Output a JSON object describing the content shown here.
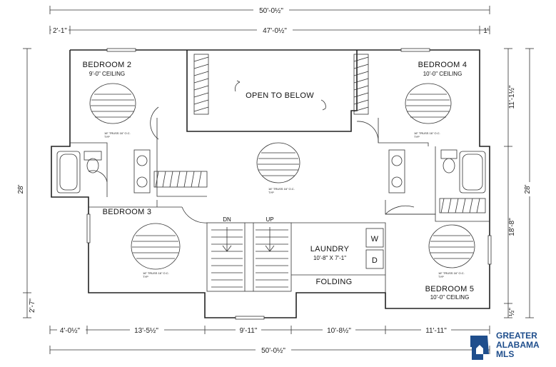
{
  "rooms": {
    "bedroom2": {
      "name": "BEDROOM 2",
      "ceiling": "9'-0\" CEILING"
    },
    "bedroom3": {
      "name": "BEDROOM 3"
    },
    "bedroom4": {
      "name": "BEDROOM 4",
      "ceiling": "10'-0\" CEILING"
    },
    "bedroom5": {
      "name": "BEDROOM 5",
      "ceiling": "10'-0\" CEILING"
    },
    "open": {
      "name": "OPEN TO BELOW"
    },
    "laundry": {
      "name": "LAUNDRY",
      "size": "10'-8\" X 7'-1\""
    },
    "folding": {
      "name": "FOLDING"
    },
    "washer": "W",
    "dryer": "D",
    "stair_down": "DN",
    "stair_up": "UP"
  },
  "truss_note": [
    "16\" TRUSS 16\" O.C.",
    "TYP"
  ],
  "dims": {
    "top_overall": "50'-0½\"",
    "top_left": "2'-1\"",
    "top_middle": "47'-0½\"",
    "top_right": "1'",
    "left_overall": "28'",
    "left_small": "2'-7\"",
    "right_top": "11'-1½\"",
    "right_overall": "28'",
    "right_mid": "18'-8\"",
    "right_bottom": "½\"",
    "bottom_segments": [
      "4'-0½\"",
      "13'-5½\"",
      "9'-11\"",
      "10'-8½\"",
      "11'-11\""
    ],
    "bottom_overall": "50'-0½\""
  },
  "logo": {
    "lines": [
      "GREATER",
      "ALABAMA",
      "MLS"
    ],
    "color": "#1f4e8c",
    "icon": "house-state-icon"
  }
}
